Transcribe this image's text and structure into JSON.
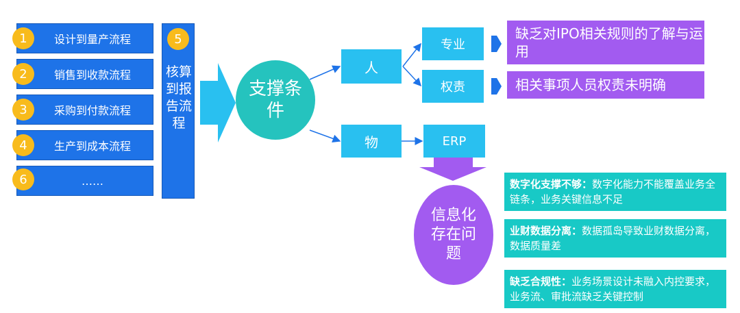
{
  "processes": [
    {
      "num": "1",
      "label": "设计到量产流程"
    },
    {
      "num": "2",
      "label": "销售到收款流程"
    },
    {
      "num": "3",
      "label": "采购到付款流程"
    },
    {
      "num": "4",
      "label": "生产到成本流程"
    },
    {
      "num": "6",
      "label": "……"
    }
  ],
  "accounting": {
    "num": "5",
    "label": "核算到报告流程"
  },
  "support": {
    "label": "支撑条件"
  },
  "branches": {
    "person": "人",
    "thing": "物"
  },
  "items": {
    "professional": "专业",
    "authority": "权责",
    "erp": "ERP"
  },
  "issues": {
    "ipo": "缺乏对IPO相关规则的了解与运用",
    "authority": "相关事项人员权责未明确"
  },
  "info": {
    "label": "信息化存在问题"
  },
  "problems": [
    {
      "title": "数字化支撑不够：",
      "text": "数字化能力不能覆盖业务全链条，业务关键信息不足"
    },
    {
      "title": "业财数据分离：",
      "text": "数据孤岛导致业财数据分离，数据质量差"
    },
    {
      "title": "缺乏合规性：",
      "text": "业务场景设计未融入内控要求，业务流、审批流缺乏关键控制"
    }
  ],
  "colors": {
    "process_blue": "#1e73e8",
    "badge_yellow": "#f8bb1c",
    "light_blue": "#29c0f0",
    "teal": "#18c9c6",
    "purple": "#a25bf0"
  }
}
